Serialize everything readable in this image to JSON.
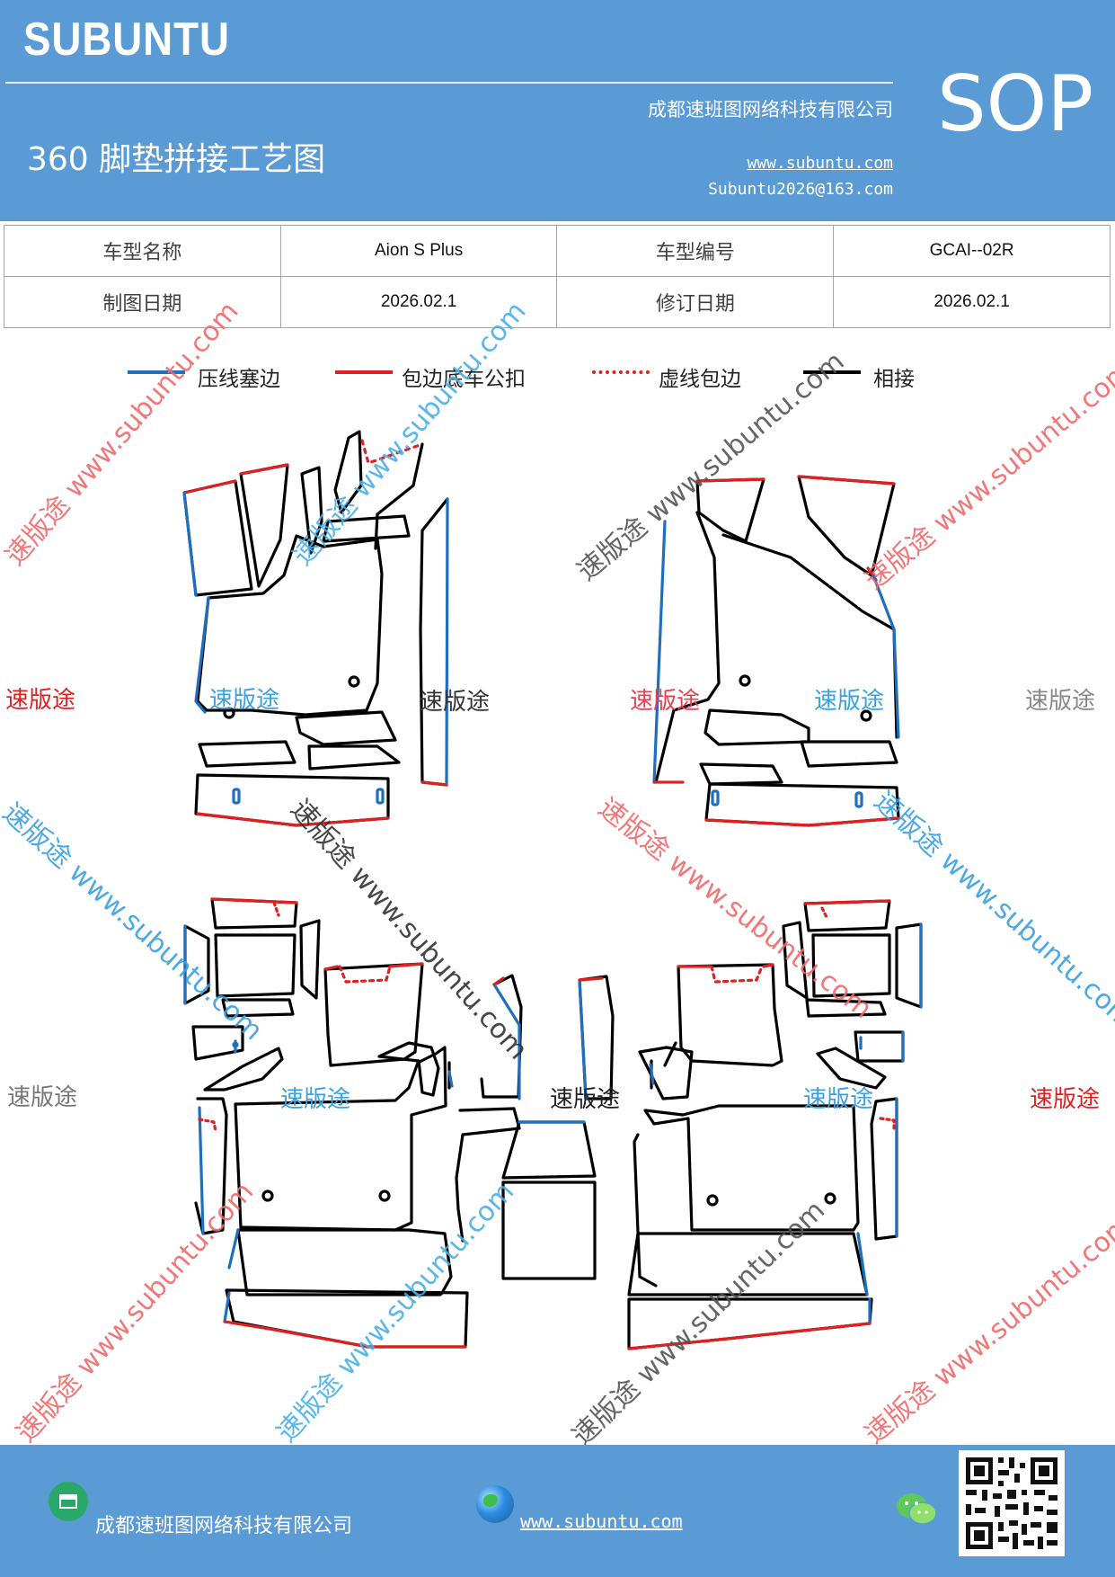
{
  "header": {
    "brand": "SUBUNTU",
    "title": "360 脚垫拼接工艺图",
    "company": "成都速班图网络科技有限公司",
    "website": "www.subuntu.com",
    "email": "Subuntu2026@163.com",
    "doc_type": "SOP"
  },
  "info_table": {
    "rows": [
      {
        "label1": "车型名称",
        "value1": "Aion S Plus",
        "label2": "车型编号",
        "value2": "GCAI--02R"
      },
      {
        "label1": "制图日期",
        "value1": "2026.02.1",
        "label2": "修订日期",
        "value2": "2026.02.1"
      }
    ]
  },
  "legend": [
    {
      "label": "压线塞边",
      "color": "#1e6fbf",
      "style": "solid"
    },
    {
      "label": "包边底车公扣",
      "color": "#e02020",
      "style": "solid"
    },
    {
      "label": "虚线包边",
      "color": "#e02020",
      "style": "dotted"
    },
    {
      "label": "相接",
      "color": "#000000",
      "style": "solid"
    }
  ],
  "watermarks": {
    "brand_cn": "速版途",
    "diagonal": "速版途 www.subuntu.com"
  },
  "colors": {
    "header_bg": "#5b9bd5",
    "blue_edge": "#1e6fbf",
    "red_edge": "#e02020",
    "black_edge": "#000000"
  },
  "footer": {
    "company": "成都速班图网络科技有限公司",
    "website": "www.subuntu.com",
    "icons": [
      "home-icon",
      "globe-icon",
      "wechat-icon",
      "qr-code"
    ]
  }
}
